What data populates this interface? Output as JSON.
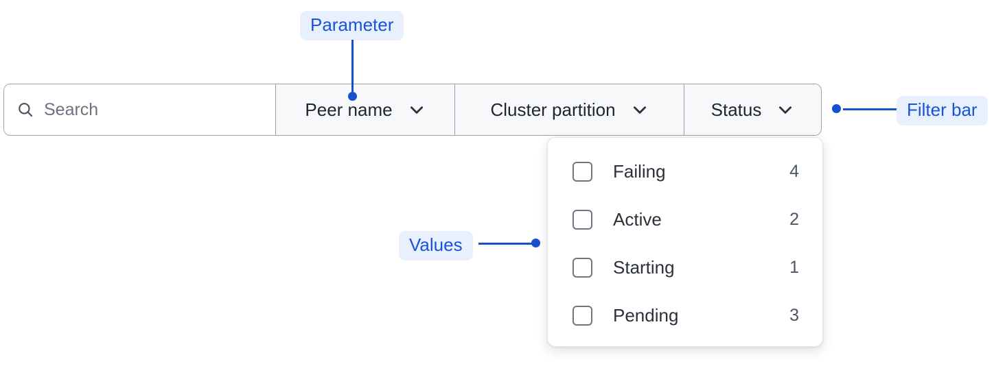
{
  "filter_bar": {
    "search": {
      "icon": "search-icon",
      "placeholder": "Search",
      "value": ""
    },
    "dropdowns": [
      {
        "label": "Peer name",
        "icon": "chevron-down-icon"
      },
      {
        "label": "Cluster partition",
        "icon": "chevron-down-icon"
      },
      {
        "label": "Status",
        "icon": "chevron-down-icon"
      }
    ]
  },
  "dropdown_panel": {
    "open_for": "Status",
    "items": [
      {
        "label": "Failing",
        "count": "4",
        "checked": false
      },
      {
        "label": "Active",
        "count": "2",
        "checked": false
      },
      {
        "label": "Starting",
        "count": "1",
        "checked": false
      },
      {
        "label": "Pending",
        "count": "3",
        "checked": false
      }
    ]
  },
  "annotations": [
    {
      "id": "parameter",
      "label": "Parameter"
    },
    {
      "id": "values",
      "label": "Values"
    },
    {
      "id": "filter_bar",
      "label": "Filter bar"
    }
  ],
  "colors": {
    "annotation_text": "#1a53d8",
    "annotation_bg": "#e8f0fe",
    "connector": "#1550cf",
    "bar_border": "#9aa0ab",
    "cell_bg": "#f7f8f9",
    "search_bg": "#ffffff",
    "label_text": "#1f2430",
    "placeholder_text": "#6b7280",
    "count_text": "#4b5563",
    "checkbox_border": "#6e7681"
  }
}
